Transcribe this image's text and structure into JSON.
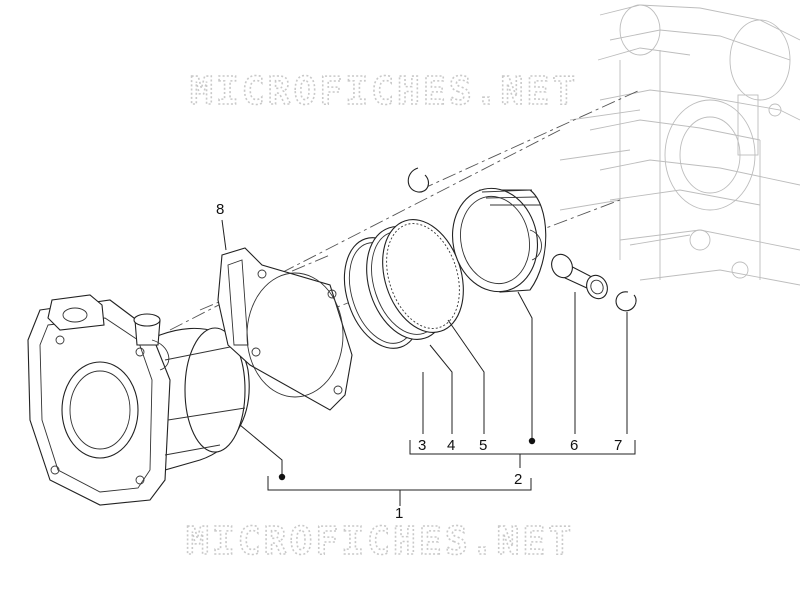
{
  "watermarks": [
    "MICROFICHES.NET",
    "MICROFICHES.NET"
  ],
  "callouts": {
    "c1": "1",
    "c2": "2",
    "c3": "3",
    "c4": "4",
    "c5": "5",
    "c6": "6",
    "c7": "7",
    "c8": "8"
  }
}
